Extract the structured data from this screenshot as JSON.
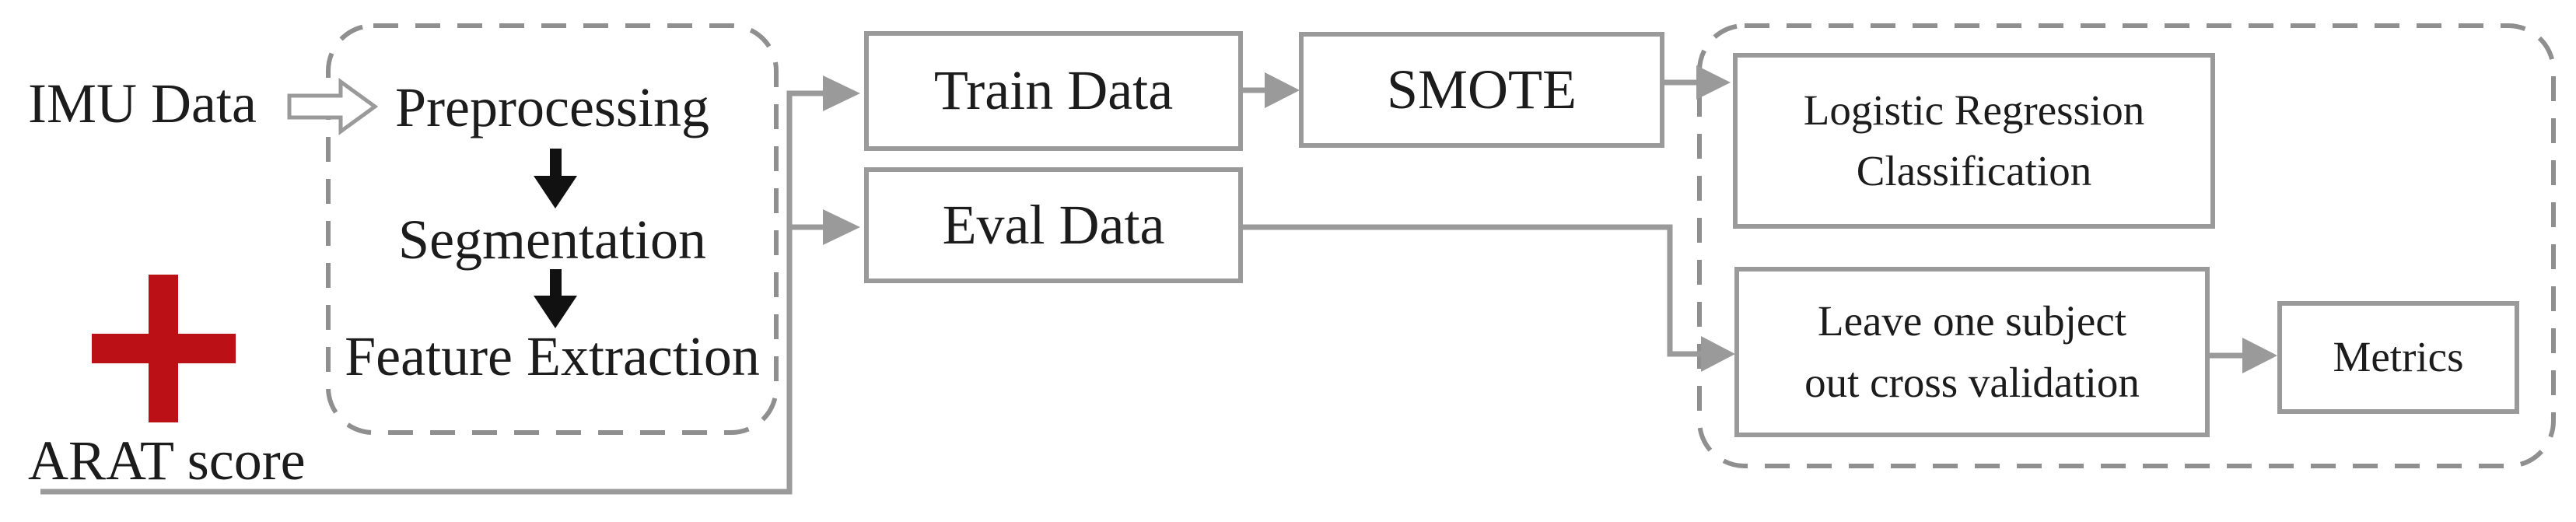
{
  "diagram": {
    "title": "IMU-based ARAT classification pipeline flowchart",
    "inputs": {
      "imu_label": "IMU Data",
      "arat_label": "ARAT score"
    },
    "preprocess_stage": {
      "step1": "Preprocessing",
      "step2": "Segmentation",
      "step3": "Feature Extraction"
    },
    "nodes": {
      "train": "Train Data",
      "eval": "Eval Data",
      "smote": "SMOTE",
      "lr_line1": "Logistic Regression",
      "lr_line2": "Classification",
      "loocv_line1": "Leave one subject",
      "loocv_line2": "out cross validation",
      "metrics": "Metrics"
    },
    "icons": {
      "plus_icon": "red cross joining IMU data with ARAT score",
      "hollow_arrow_icon": "white block arrow from IMU Data into preprocessing stage",
      "down_arrow_icon": "black arrow between preprocessing steps"
    },
    "colors": {
      "background": "#ffffff",
      "line_gray": "#9a9a9a",
      "dashed_border_gray": "#8f8f8f",
      "text": "#1c1c1c",
      "plus_red": "#bb1016",
      "step_arrow_black": "#111111"
    }
  }
}
